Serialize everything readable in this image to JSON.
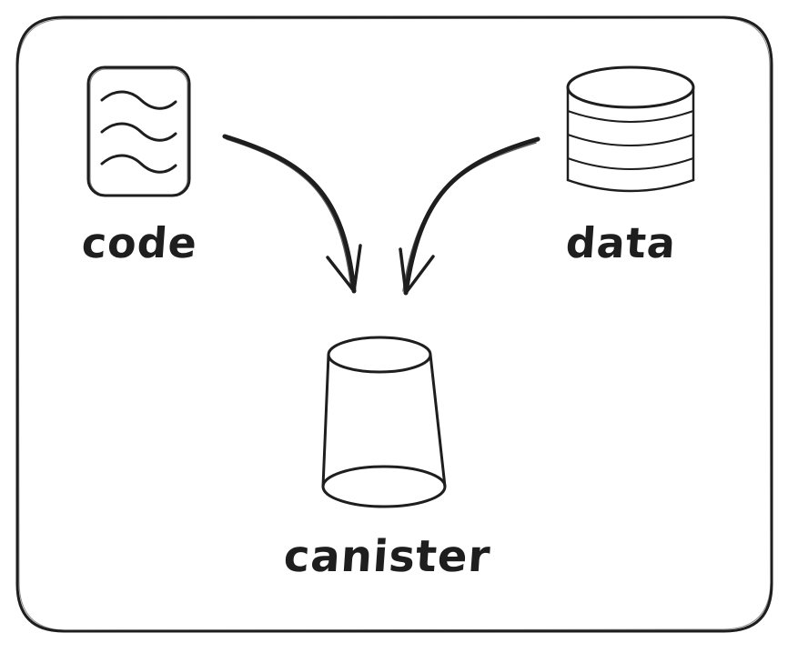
{
  "diagram": {
    "nodes": {
      "code": {
        "label": "code",
        "icon": "code-file-icon"
      },
      "data": {
        "label": "data",
        "icon": "database-icon"
      },
      "canister": {
        "label": "canister",
        "icon": "canister-icon"
      }
    },
    "edges": [
      {
        "from": "code",
        "to": "canister"
      },
      {
        "from": "data",
        "to": "canister"
      }
    ],
    "colors": {
      "stroke": "#1e1e1e",
      "background": "#ffffff"
    }
  }
}
